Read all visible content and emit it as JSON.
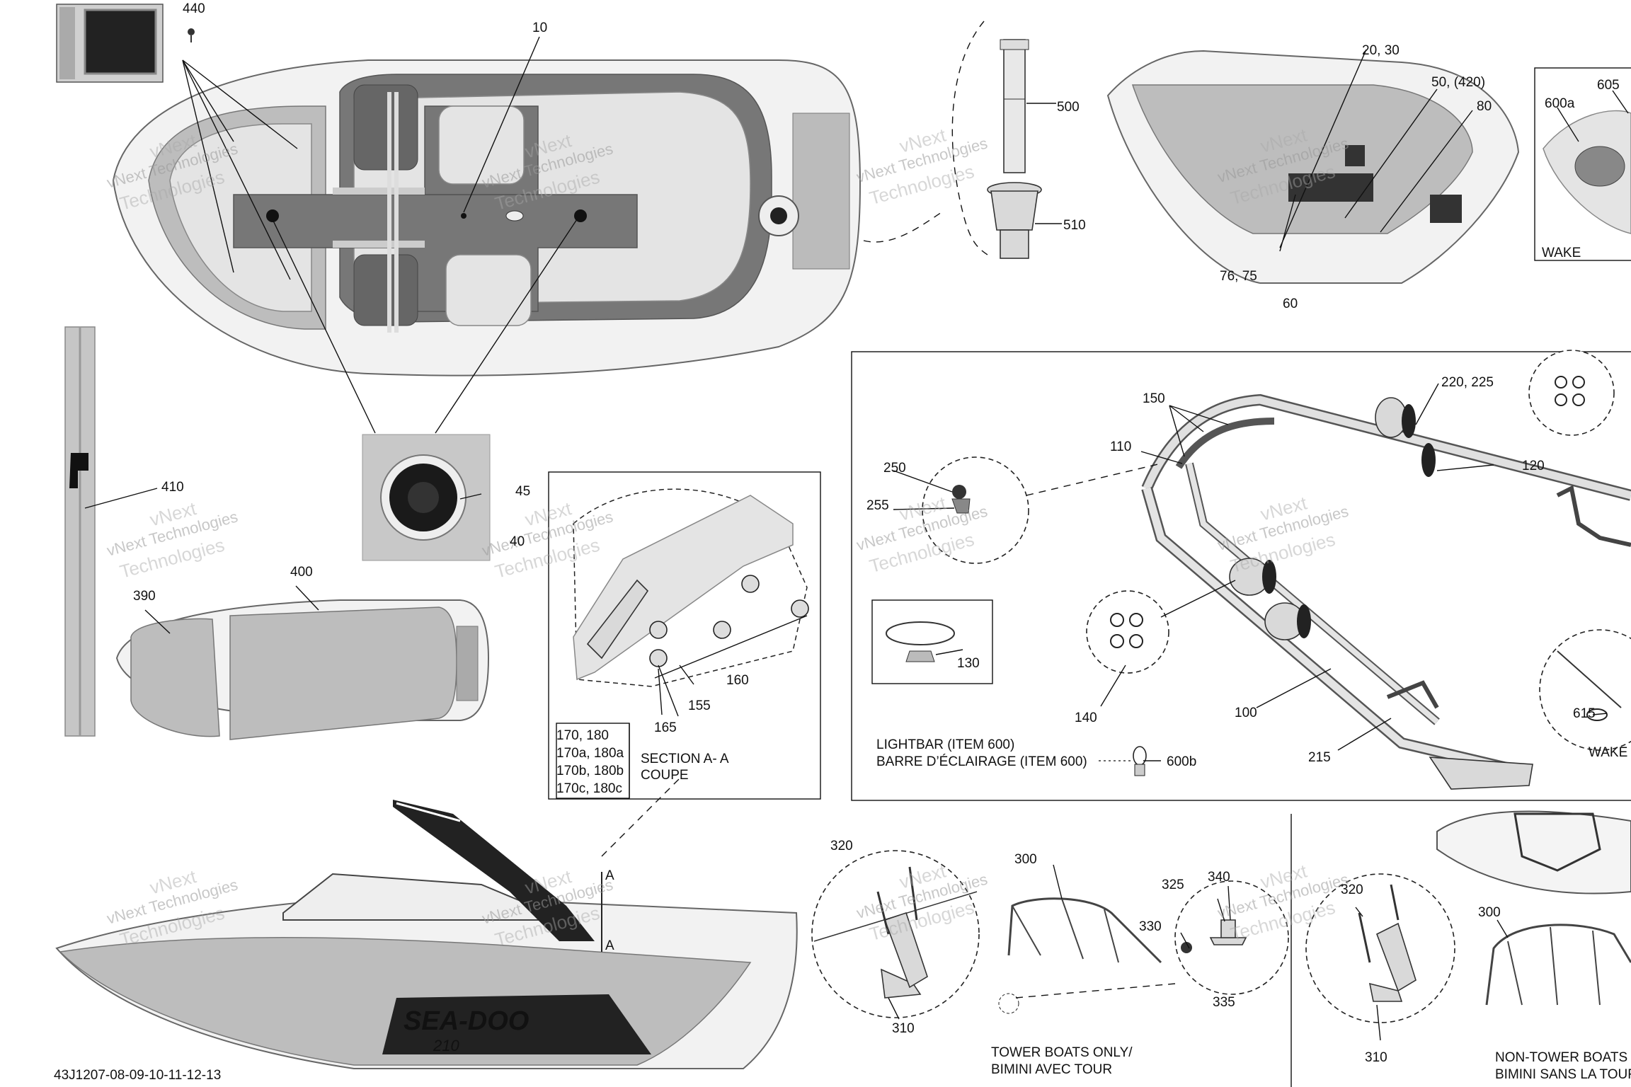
{
  "labels": {
    "l440": "440",
    "l10": "10",
    "l500": "500",
    "l510": "510",
    "l20_30": "20, 30",
    "l50_420": "50, (420)",
    "l80": "80",
    "l76_75": "76, 75",
    "l60": "60",
    "l605": "605",
    "l600a": "600a",
    "l410": "410",
    "l45": "45",
    "l40": "40",
    "l400": "400",
    "l390": "390",
    "l150": "150",
    "l220_225": "220, 225",
    "l110": "110",
    "l120": "120",
    "l250": "250",
    "l255": "255",
    "l130": "130",
    "l140": "140",
    "l100": "100",
    "l215": "215",
    "l615": "615",
    "l155": "155",
    "l160": "160",
    "l165": "165",
    "l320a": "320",
    "l300a": "300",
    "l325": "325",
    "l340": "340",
    "l330": "330",
    "l335": "335",
    "l310a": "310",
    "l320b": "320",
    "l300b": "300",
    "l310b": "310",
    "l600b": "600b",
    "section_a_top": "A",
    "section_a_bottom": "A"
  },
  "captions": {
    "wake_top": "WAKE",
    "wake_right": "WAKE",
    "lightbar_en": "LIGHTBAR (ITEM 600)",
    "lightbar_fr": "BARRE D’ÉCLAIRAGE (ITEM 600)",
    "section_en": "SECTION A-  A",
    "section_fr": "COUPE",
    "tower_en": "TOWER BOATS ONLY/",
    "tower_fr": "BIMINI AVEC TOUR",
    "nontower_en": "NON-TOWER BOATS",
    "nontower_fr": "BIMINI SANS LA TOUR",
    "part_code": "43J1207-08-09-10-11-12-13",
    "hull_brand": "SEA-DOO",
    "hull_model": "210"
  },
  "section_table": [
    "170, 180",
    "170a, 180a",
    "170b, 180b",
    "170c, 180c"
  ],
  "watermark": {
    "line1": "vNext Technologies",
    "line2": "vNext",
    "line3": "Technologies"
  }
}
